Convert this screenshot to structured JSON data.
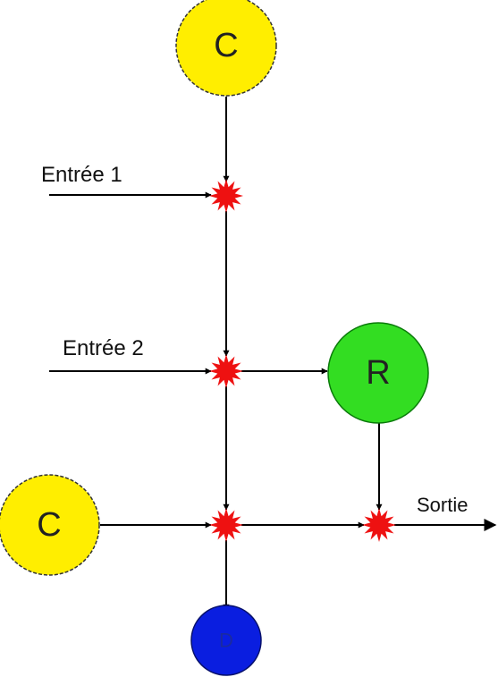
{
  "nodes": {
    "c_top": {
      "letter": "C",
      "color": "#ffee00"
    },
    "c_left": {
      "letter": "C",
      "color": "#ffee00"
    },
    "r": {
      "letter": "R",
      "color": "#33dd22"
    },
    "d": {
      "letter": "D",
      "color": "#0a1ee0"
    }
  },
  "labels": {
    "entree1": "Entrée 1",
    "entree2": "Entrée 2",
    "sortie": "Sortie"
  },
  "colors": {
    "junction": "#ee1111",
    "line": "#000000"
  }
}
